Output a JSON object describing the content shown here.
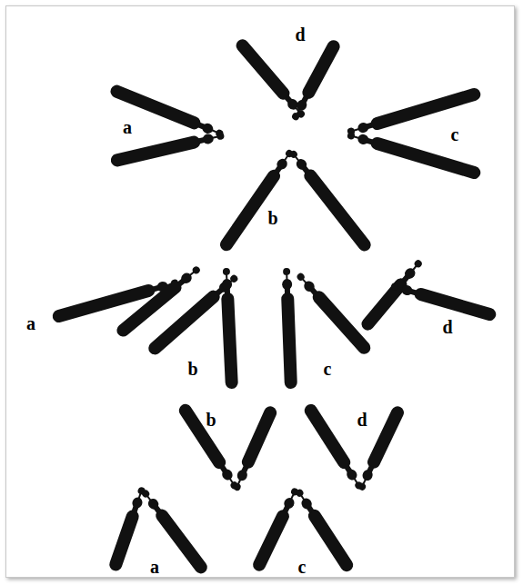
{
  "diagram": {
    "labels": [
      "d",
      "a",
      "c",
      "b",
      "a",
      "b",
      "c",
      "d",
      "b",
      "d",
      "a",
      "c"
    ]
  }
}
